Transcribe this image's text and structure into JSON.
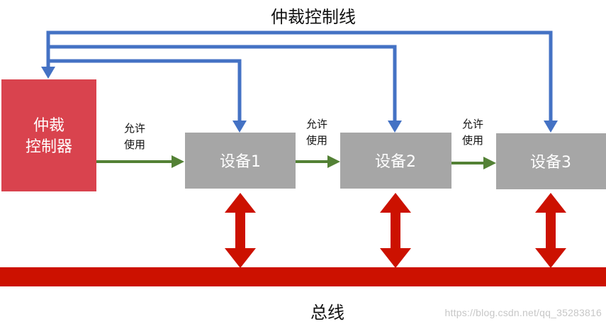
{
  "title": "仲裁控制线",
  "arbiter": {
    "label_line1": "仲裁",
    "label_line2": "控制器"
  },
  "devices": [
    {
      "label": "设备1"
    },
    {
      "label": "设备2"
    },
    {
      "label": "设备3"
    }
  ],
  "allow_labels": [
    {
      "line1": "允许",
      "line2": "使用"
    },
    {
      "line1": "允许",
      "line2": "使用"
    },
    {
      "line1": "允许",
      "line2": "使用"
    }
  ],
  "bus_label": "总线",
  "watermark": "https://blog.csdn.net/qq_35283816",
  "colors": {
    "control_line": "#4472c4",
    "arbiter": "#d9434e",
    "device": "#a6a6a6",
    "allow_arrow": "#538135",
    "bus": "#cc1100"
  }
}
